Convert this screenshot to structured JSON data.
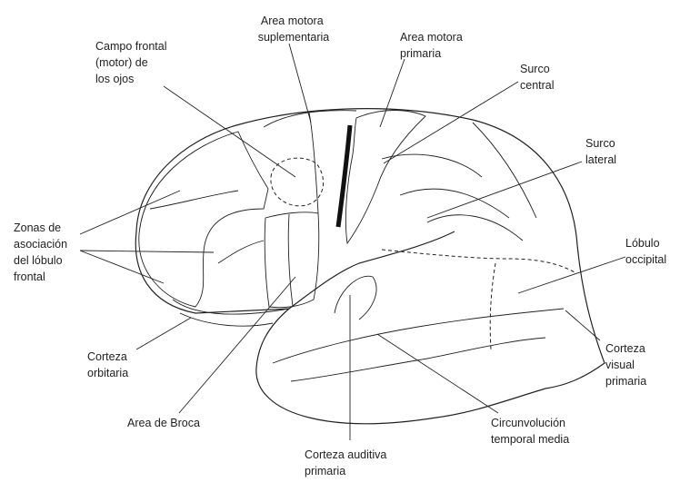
{
  "colors": {
    "association": "#b3b3b3",
    "broca": "#555555",
    "motor_primary": "#a9a9a9",
    "eye_field": "#c4c4c4",
    "outline": "#222222",
    "background": "#ffffff"
  },
  "labels": {
    "area_motora_suplementaria": [
      "Area motora",
      "suplementaria"
    ],
    "campo_frontal": [
      "Campo frontal",
      "(motor) de",
      "los ojos"
    ],
    "area_motora_primaria": [
      "Area motora",
      "primaria"
    ],
    "surco_central": [
      "Surco",
      "central"
    ],
    "surco_lateral": [
      "Surco",
      "lateral"
    ],
    "zonas_asociacion": [
      "Zonas de",
      "asociación",
      "del lóbulo",
      "frontal"
    ],
    "lobulo_occipital": [
      "Lóbulo",
      "occipital"
    ],
    "corteza_orbitaria": [
      "Corteza",
      "orbitaria"
    ],
    "corteza_visual": [
      "Corteza",
      "visual",
      "primaria"
    ],
    "area_broca": [
      "Area de Broca"
    ],
    "circunvolucion": [
      "Circunvolución",
      "temporal media"
    ],
    "corteza_auditiva": [
      "Corteza auditiva",
      "primaria"
    ]
  }
}
